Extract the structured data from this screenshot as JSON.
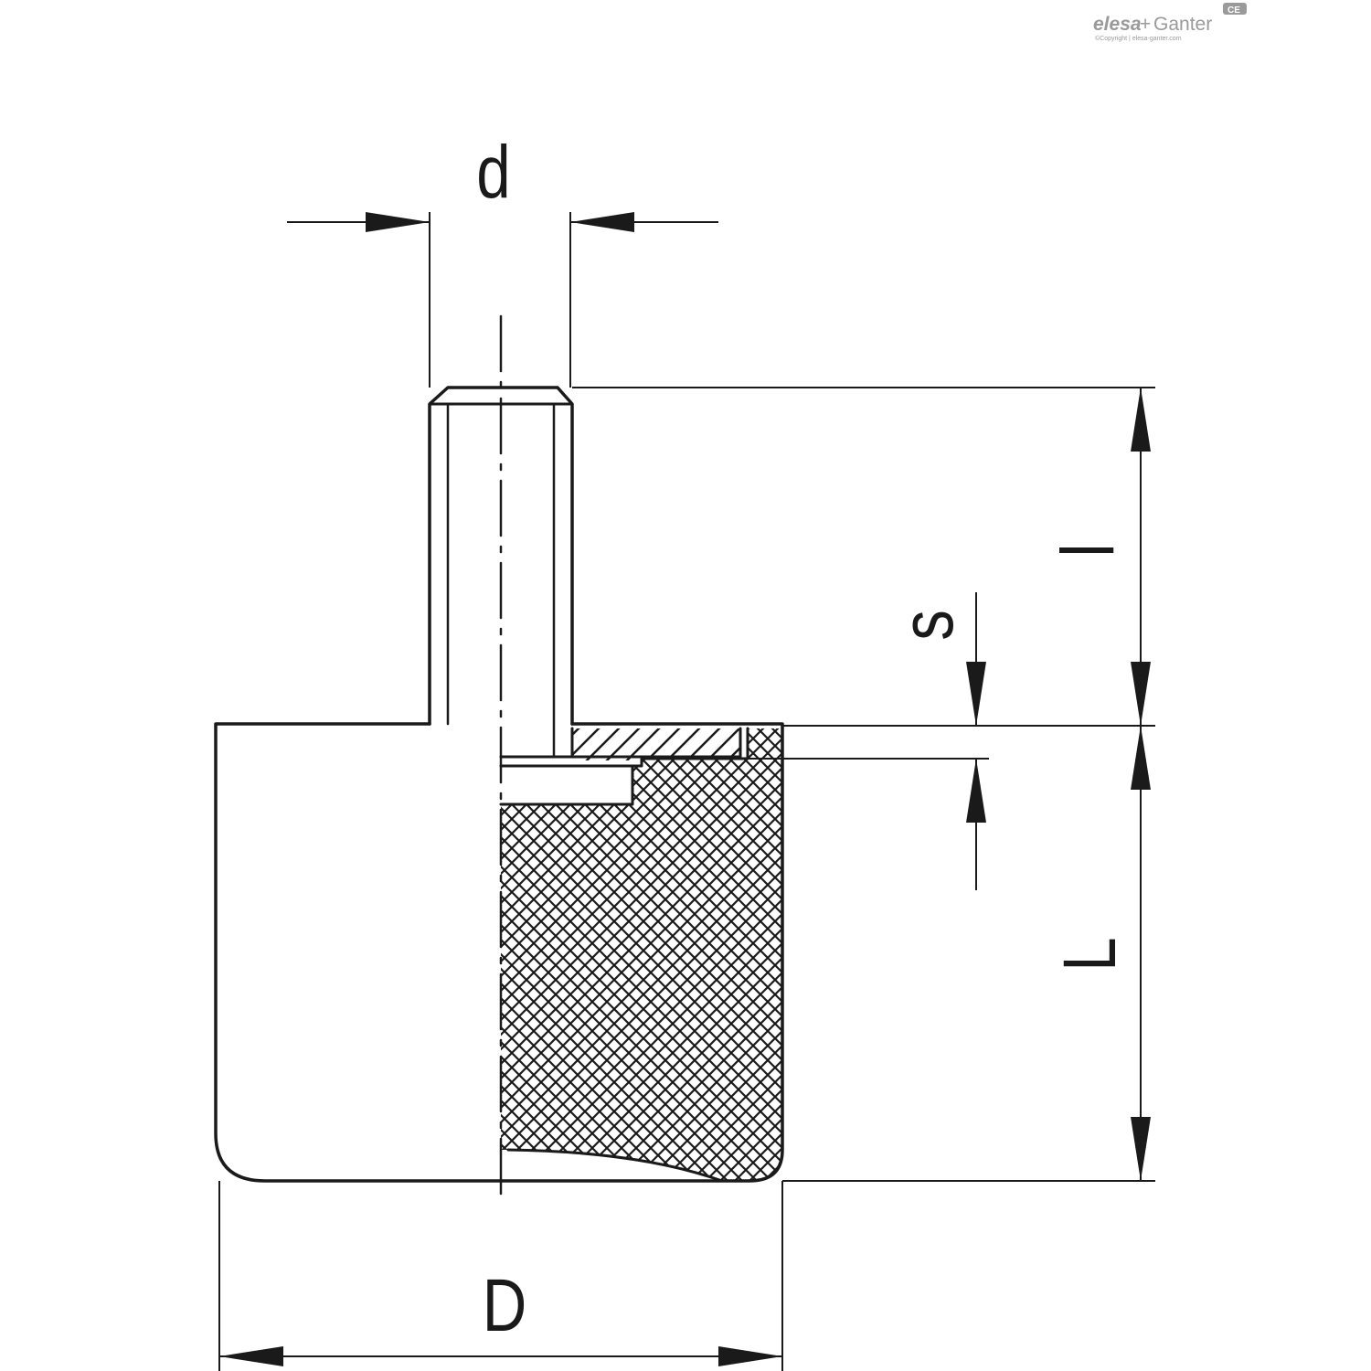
{
  "logo": {
    "brand_a": "elesa",
    "brand_sep": "+",
    "brand_b": "Ganter",
    "mark": "CE",
    "copyright": "©Copyright | elesa-ganter.com"
  },
  "dimensions": {
    "d": "d",
    "l": "l",
    "s": "s",
    "L": "L",
    "D": "D"
  },
  "colors": {
    "line": "#1a1a1a",
    "logo_brand": "#9a9a9a",
    "background": "#ffffff"
  }
}
